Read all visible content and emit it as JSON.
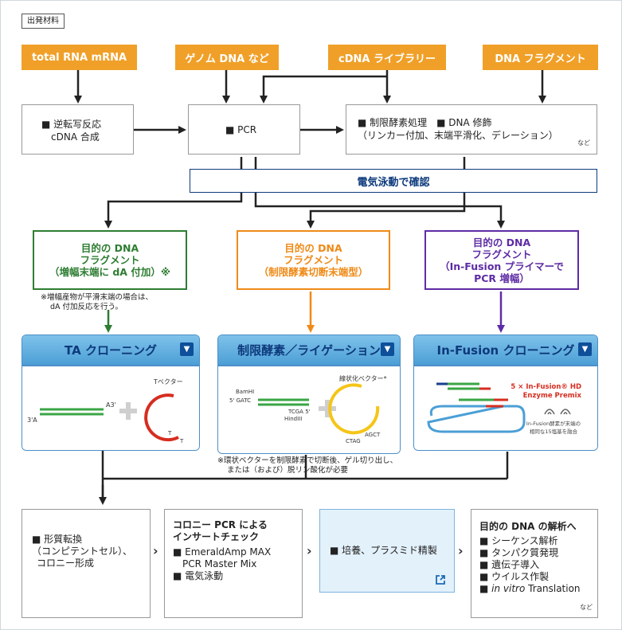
{
  "source_label": "出発材料",
  "sources": {
    "total_rna": "total RNA mRNA",
    "genome": "ゲノム DNA など",
    "cdna_lib": "cDNA ライブラリー",
    "dna_frag": "DNA フラグメント"
  },
  "process": {
    "rt_line1": "■ 逆転写反応",
    "rt_line2": "cDNA 合成",
    "pcr": "■ PCR",
    "mod_line1": "■ 制限酵素処理　■ DNA 修飾",
    "mod_line2": "（リンカー付加、末端平滑化、デレーション）",
    "mod_nado": "など"
  },
  "electrophoresis": "電気泳動で確認",
  "fragments": {
    "ta": [
      "目的の DNA",
      "フラグメント",
      "（増幅末端に dA 付加）※"
    ],
    "ta_note": [
      "※増幅産物が平滑末端の場合は、",
      "dA 付加反応を行う。"
    ],
    "restriction": [
      "目的の DNA",
      "フラグメント",
      "（制限酵素切断末端型）"
    ],
    "infusion": [
      "目的の DNA",
      "フラグメント",
      "（In-Fusion プライマーで",
      "PCR 増幅）"
    ]
  },
  "panels": {
    "ta": {
      "title": "TA クローニング",
      "vector_label": "Tベクター",
      "a3": "A3'",
      "a3p": "3'A",
      "t1": "T",
      "t2": "T"
    },
    "ligation": {
      "title": "制限酵素／ライゲーション",
      "bamhi": "BamHI",
      "gatc": "5' GATC",
      "tcga": "TCGA 5'",
      "hindiii": "HindIII",
      "vector_label": "線状化ベクター*",
      "ctag": "CTAG",
      "agct": "AGCT"
    },
    "infusion": {
      "title": "In-Fusion クローニング",
      "premix_line1": "5 × In-Fusion® HD",
      "premix_line2": "Enzyme Premix",
      "desc_line1": "In-Fusion酵素が末端の",
      "desc_line2": "相同な15塩基を融合"
    }
  },
  "vector_note": [
    "※環状ベクターを制限酵素で切断後、ゲル切り出し、",
    "または（および）脱リン酸化が必要"
  ],
  "steps": {
    "transform": [
      "■ 形質転換",
      "（コンピテントセル）、",
      "コロニー形成"
    ],
    "colony_title": [
      "コロニー PCR による",
      "インサートチェック"
    ],
    "colony_items": [
      "■ EmeraldAmp MAX",
      "PCR Master Mix",
      "■ 電気泳動"
    ],
    "culture": "■ 培養、プラスミド精製",
    "analysis_title": "目的の DNA の解析へ",
    "analysis_items": [
      "■ シーケンス解析",
      "■ タンパク質発現",
      "■ 遺伝子導入",
      "■ ウイルス作製"
    ],
    "analysis_last_italic": "in vitro",
    "analysis_last_rest": " Translation",
    "analysis_nado": "など",
    "chevron": "›"
  },
  "colors": {
    "orange": "#f0a028",
    "green": "#2e7d32",
    "orange_frame": "#ef8a17",
    "purple": "#5e2ca5",
    "navy": "#0d3a7c",
    "red": "#d62d20"
  }
}
